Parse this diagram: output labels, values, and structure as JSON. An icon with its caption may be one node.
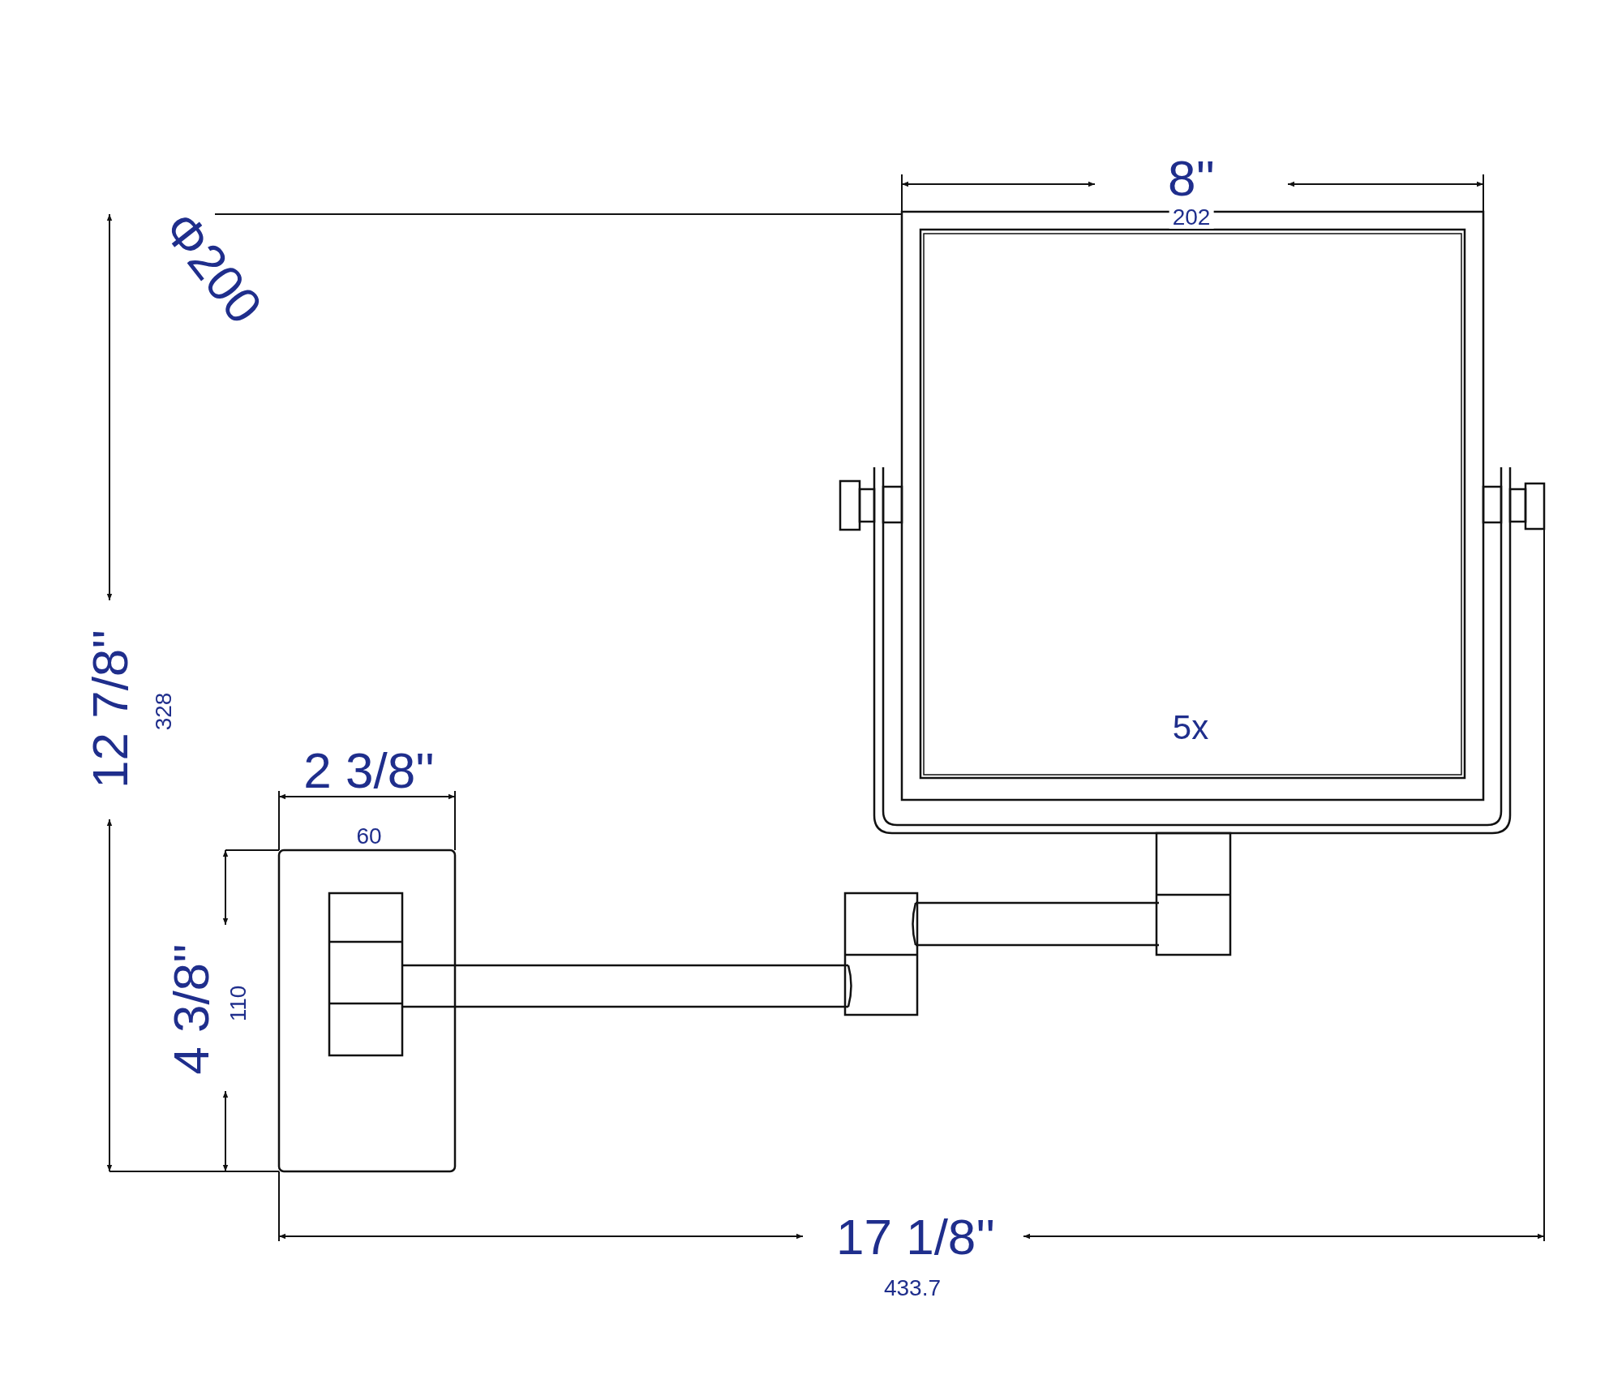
{
  "diagram": {
    "labels": [
      "8''",
      "202",
      "Φ200",
      "12 7/8''",
      "328",
      "5x",
      "2 3/8''",
      "60",
      "4 3/8''",
      "110",
      "17 1/8''",
      "433.7"
    ]
  }
}
